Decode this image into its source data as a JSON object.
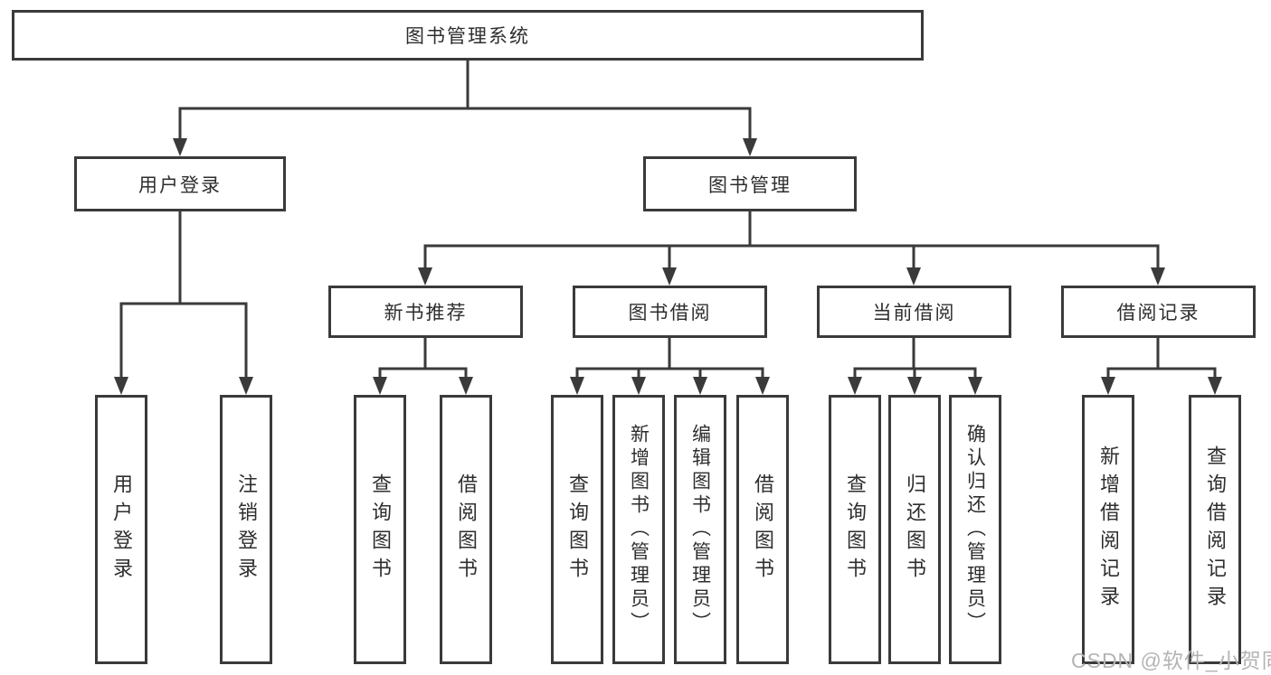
{
  "tree": {
    "root": {
      "label": "图书管理系统"
    },
    "branches": [
      {
        "label": "用户登录",
        "children": [
          {
            "label": "用户登录"
          },
          {
            "label": "注销登录"
          }
        ]
      },
      {
        "label": "图书管理",
        "children": [
          {
            "label": "新书推荐",
            "children": [
              {
                "label": "查询图书"
              },
              {
                "label": "借阅图书"
              }
            ]
          },
          {
            "label": "图书借阅",
            "children": [
              {
                "label": "查询图书"
              },
              {
                "label": "新增图书（管理员）"
              },
              {
                "label": "编辑图书（管理员）"
              },
              {
                "label": "借阅图书"
              }
            ]
          },
          {
            "label": "当前借阅",
            "children": [
              {
                "label": "查询图书"
              },
              {
                "label": "归还图书"
              },
              {
                "label": "确认归还（管理员）"
              }
            ]
          },
          {
            "label": "借阅记录",
            "children": [
              {
                "label": "新增借阅记录"
              },
              {
                "label": "查询借阅记录"
              }
            ]
          }
        ]
      }
    ]
  },
  "watermark": "CSDN @软件_小贺同学",
  "colors": {
    "line": "#3a3a3a",
    "text": "#2e2e2e",
    "watermark": "#b4b4b4",
    "background": "#ffffff"
  }
}
